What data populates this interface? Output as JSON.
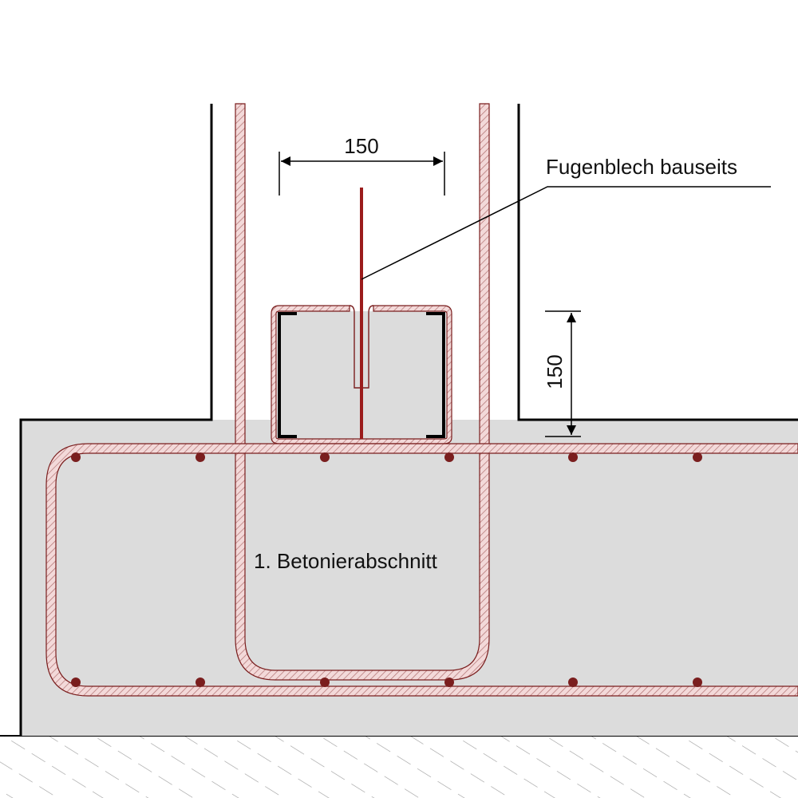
{
  "labels": {
    "dim_horizontal": "150",
    "dim_vertical": "150",
    "callout": "Fugenblech bauseits",
    "section": "1. Betonierabschnitt"
  },
  "colors": {
    "concrete": "#dcdcdc",
    "rebar": "#7a1e1e",
    "rebar_fill": "#f3d9d9",
    "line": "#000000",
    "ground_hatch": "#9a9a9a",
    "waterstop": "#9b1c1c"
  }
}
